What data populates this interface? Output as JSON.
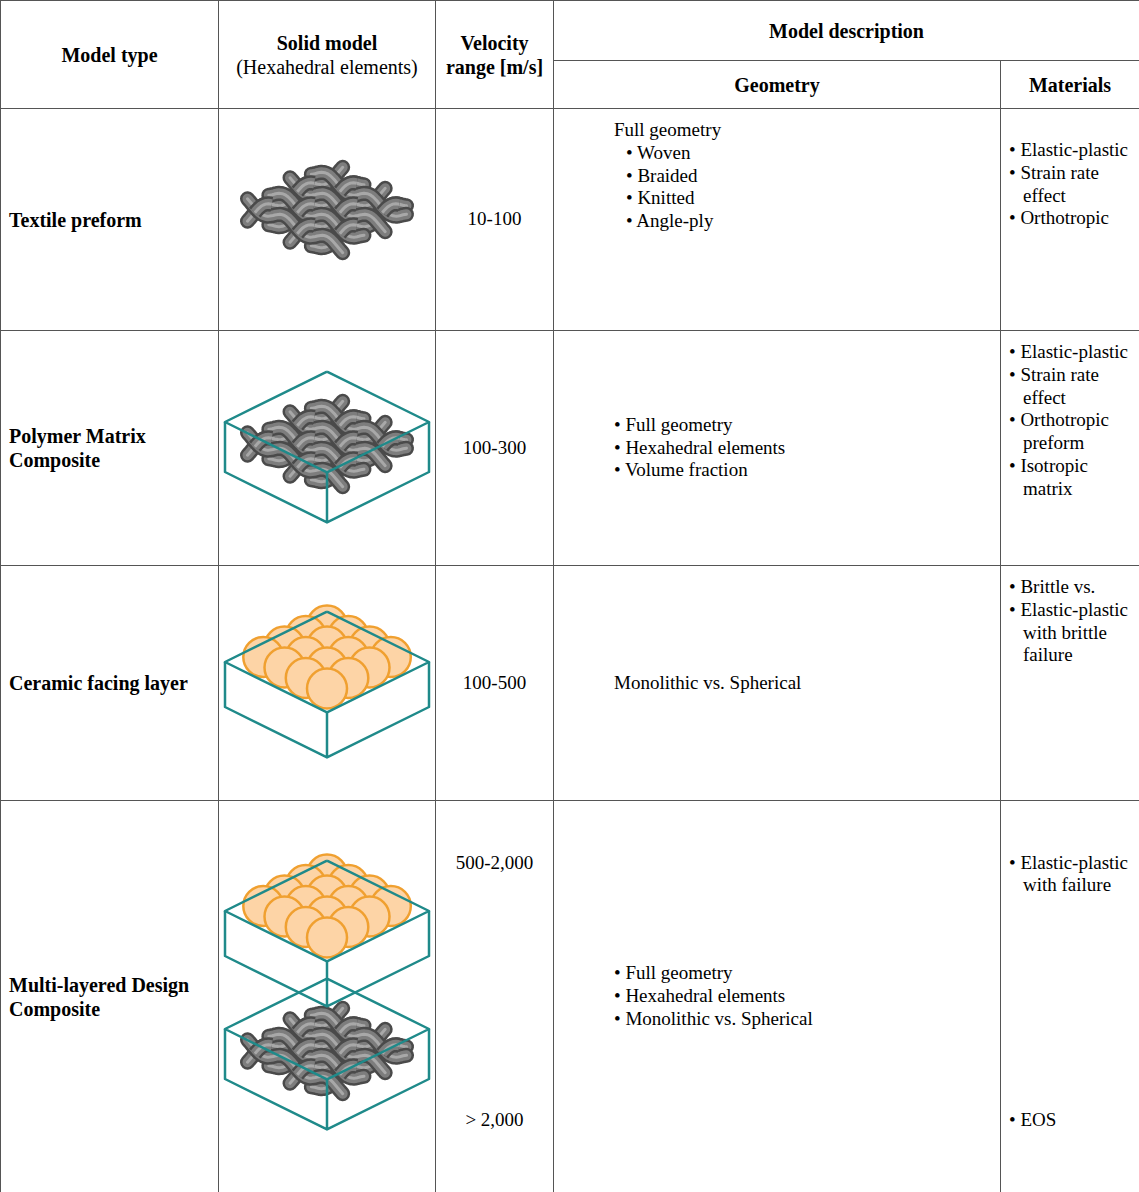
{
  "diagram": {
    "labels": [
      "Model type",
      "Solid model",
      "(Hexahedral elements)",
      "Velocity range [m/s]",
      "Model description",
      "Geometry",
      "Materials",
      "Textile preform",
      "10-100",
      "Full geometry",
      "• Woven",
      "• Braided",
      "• Knitted",
      "• Angle-ply",
      "• Elastic-plastic",
      "• Strain rate effect",
      "• Orthotropic",
      "Polymer Matrix Composite",
      "100-300",
      "• Full geometry",
      "• Hexahedral elements",
      "• Volume fraction",
      "• Elastic-plastic",
      "• Strain rate effect",
      "• Orthotropic preform",
      "• Isotropic matrix",
      "Ceramic facing layer",
      "100-500",
      "Monolithic vs. Spherical",
      "• Brittle vs.",
      "• Elastic-plastic with brittle failure",
      "Multi-layered Design Composite",
      "500-2,000",
      "> 2,000",
      "• Full geometry",
      "• Hexahedral elements",
      "• Monolithic vs. Spherical",
      "• Elastic-plastic with failure",
      "• EOS"
    ]
  }
}
